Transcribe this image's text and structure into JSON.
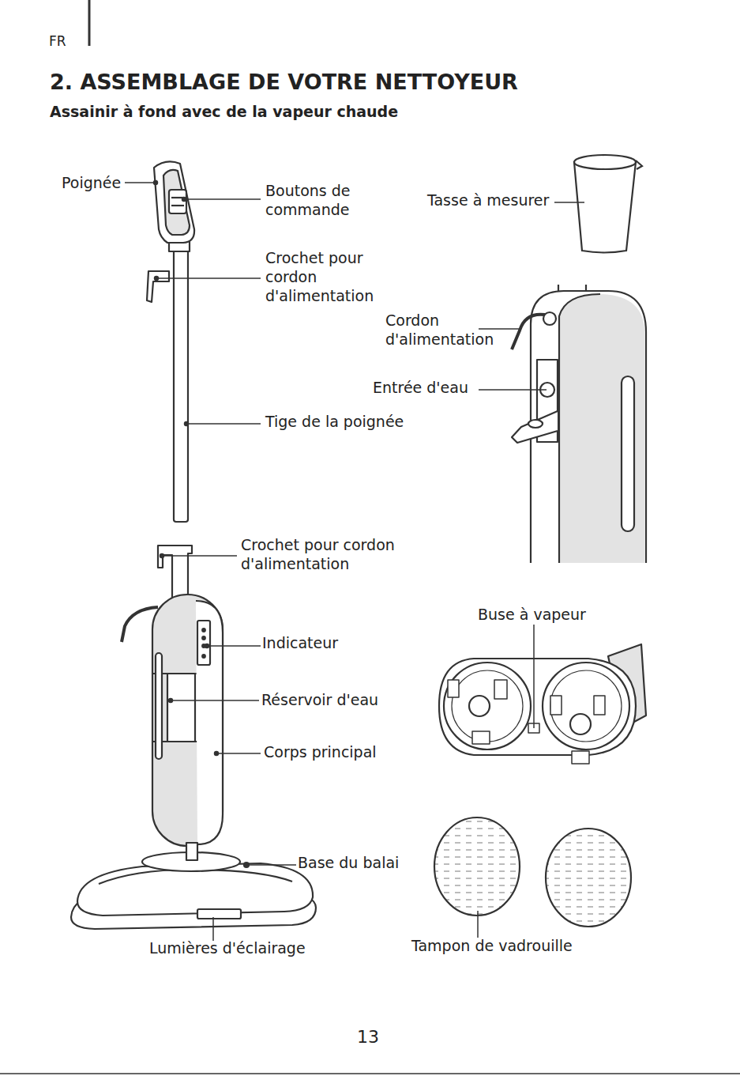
{
  "diagram": {
    "title": "2. ASSEMBLAGE DE VOTRE NETTOYEUR",
    "labels": [
      "FR",
      "Assainir à fond avec de la vapeur chaude",
      "Poignée",
      "Boutons de commande",
      "Crochet pour cordon d'alimentation",
      "Tige de la poignée",
      "Tasse à mesurer",
      "Cordon d'alimentation",
      "Entrée d'eau",
      "Crochet pour cordon d'alimentation",
      "Indicateur",
      "Réservoir d'eau",
      "Corps principal",
      "Base du balai",
      "Lumières d'éclairage",
      "Buse à vapeur",
      "Tampon de vadrouille",
      "13"
    ]
  }
}
